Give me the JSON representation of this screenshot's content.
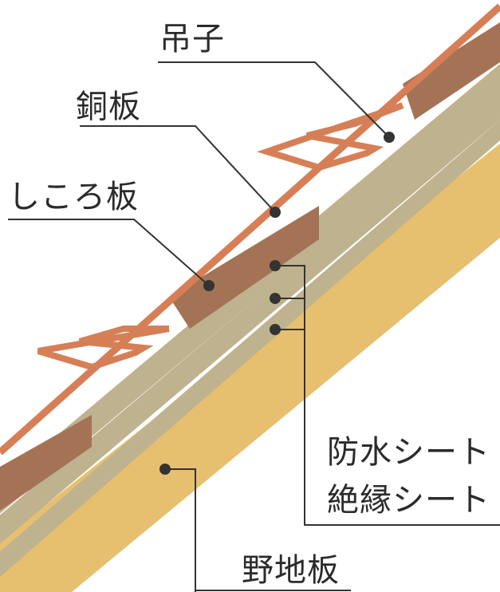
{
  "labels": {
    "tsurishi": "吊子",
    "doban": "銅板",
    "shikoro_ita": "しころ板",
    "bousui_sheet": "防水シート",
    "zetsuen_sheet": "絶縁シート",
    "noji_ita": "野地板"
  },
  "colors": {
    "copper": "#d67f57",
    "shikoro_wood": "#a47356",
    "sheet": "#bfb28e",
    "sheathing": "#e6c06f",
    "leader": "#333333",
    "text": "#2b2b2b"
  },
  "icons": {
    "callout_dot": "filled-circle"
  }
}
